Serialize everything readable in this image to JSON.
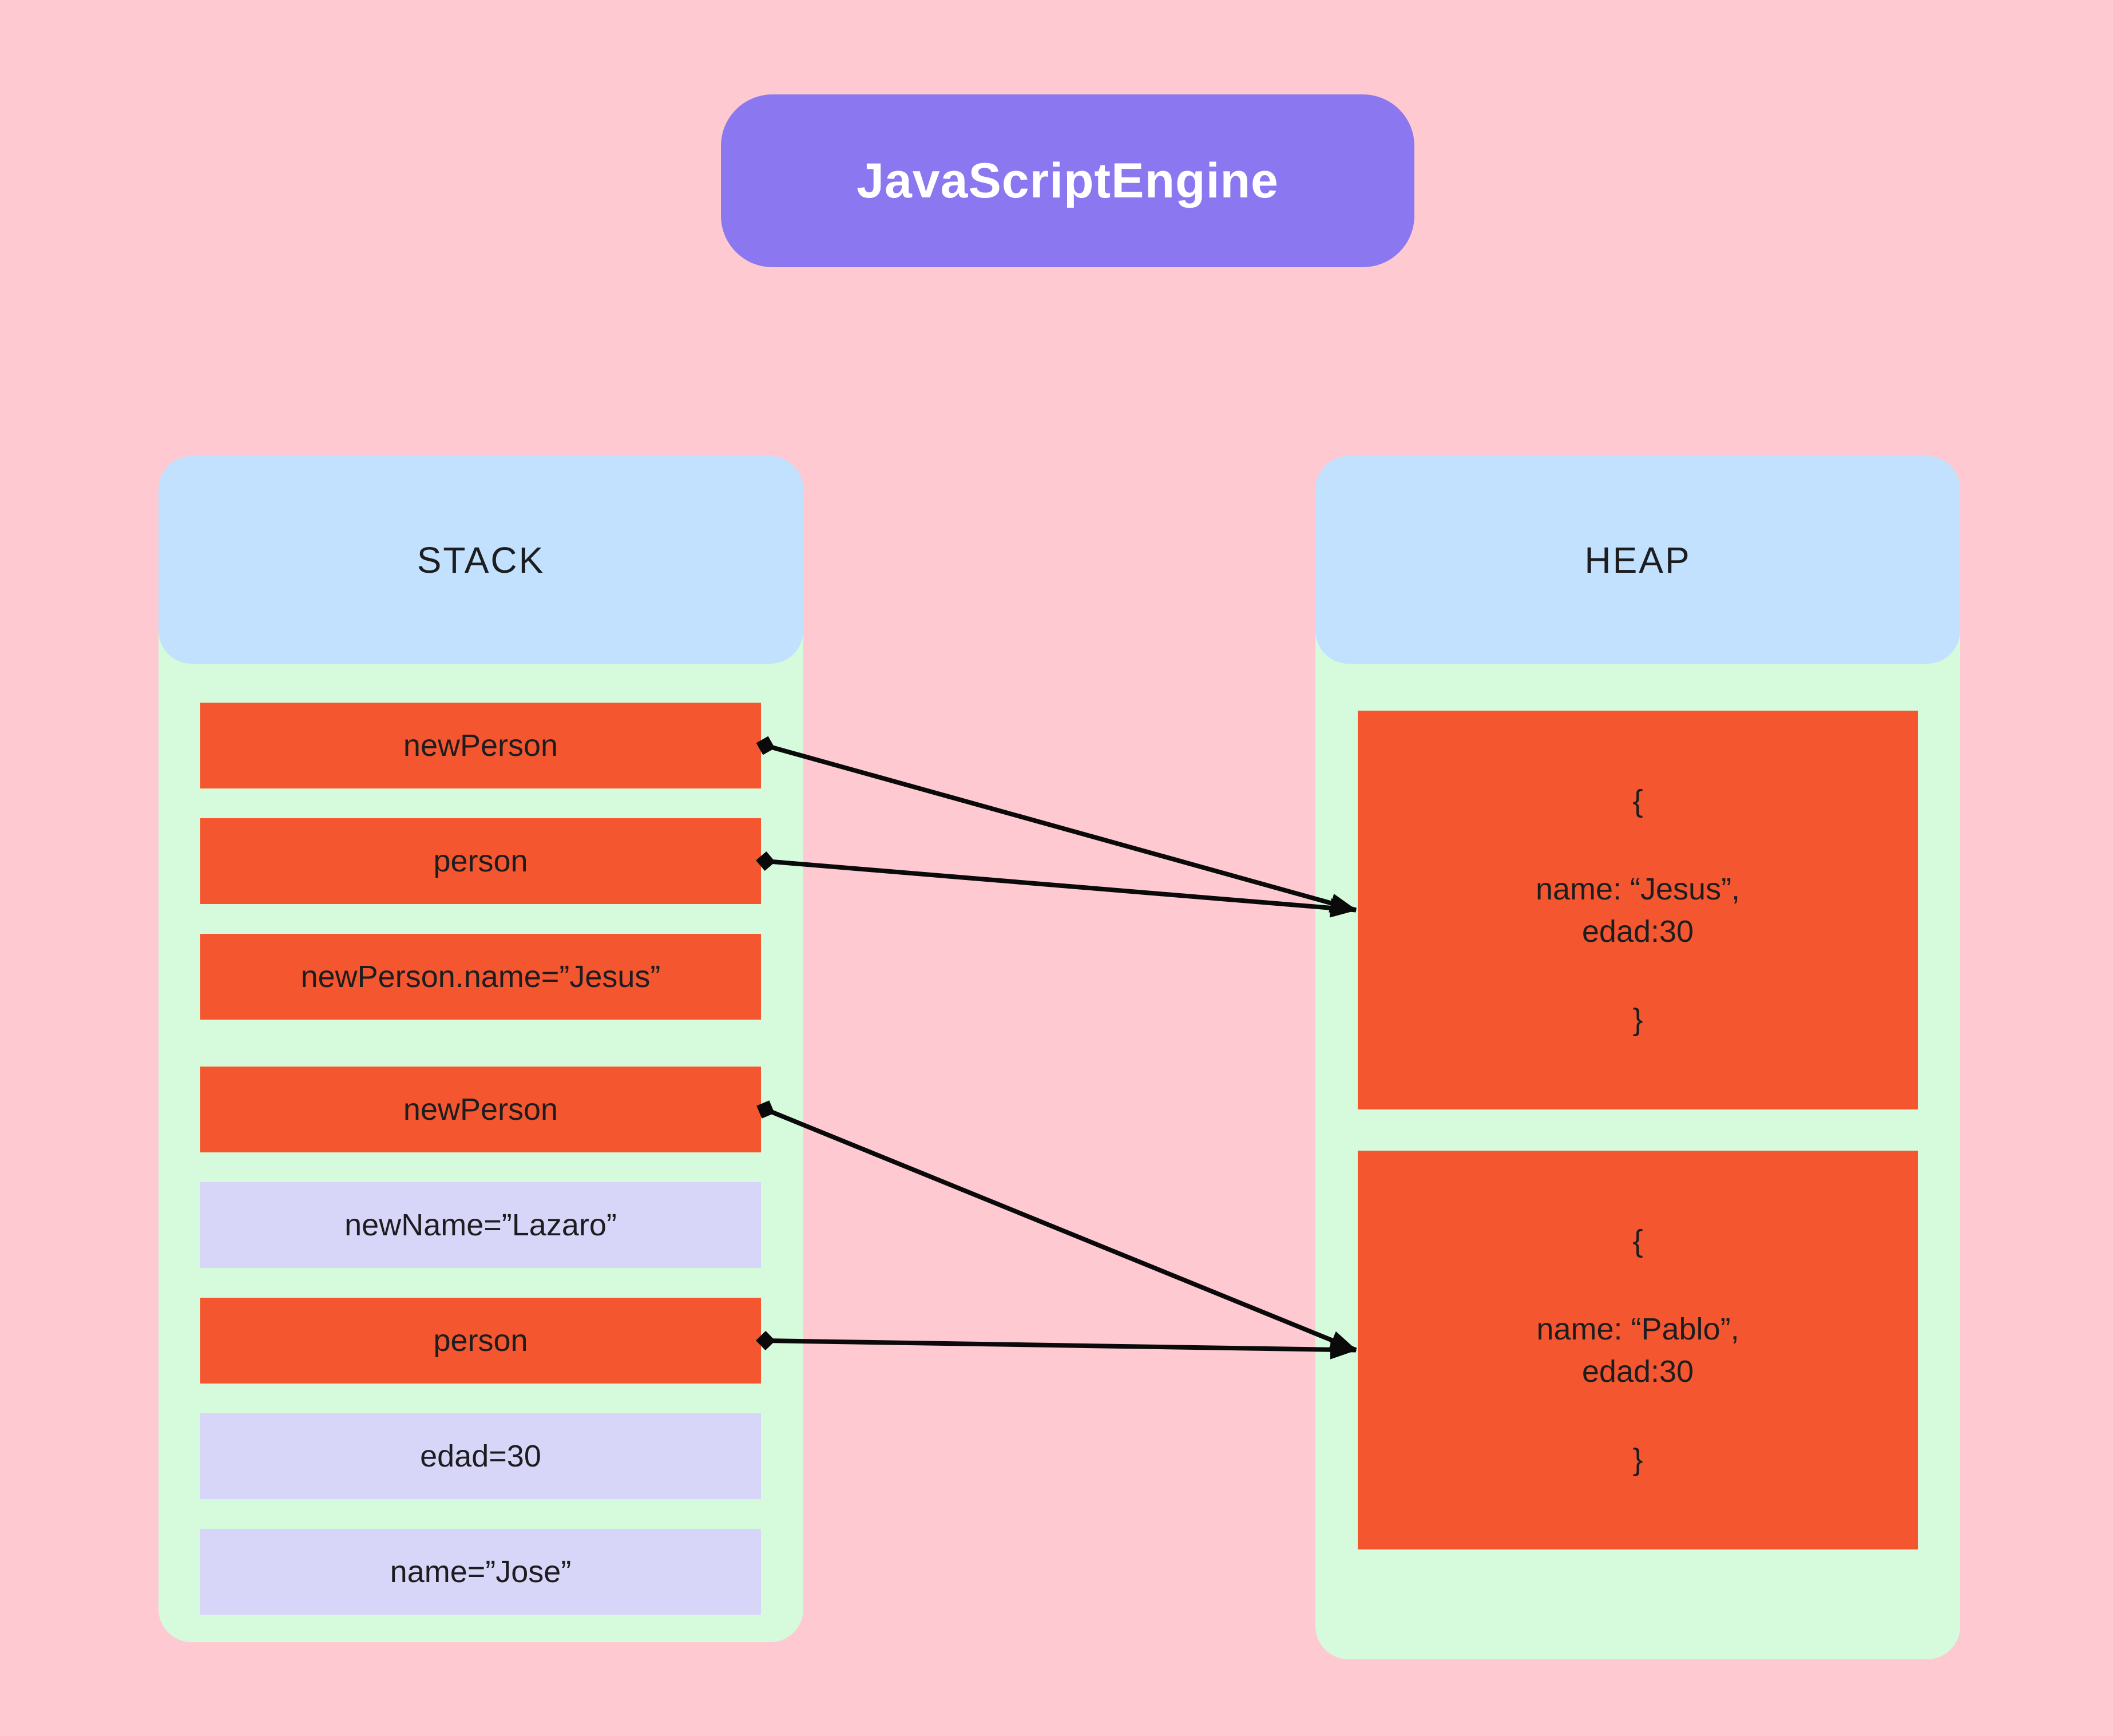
{
  "title": {
    "label": "JavaScriptEngine"
  },
  "stack": {
    "header": "STACK",
    "items": [
      {
        "label": "newPerson",
        "variant": "orange"
      },
      {
        "label": "person",
        "variant": "orange"
      },
      {
        "label": "newPerson.name=”Jesus”",
        "variant": "orange"
      },
      {
        "label": "newPerson",
        "variant": "orange"
      },
      {
        "label": "newName=”Lazaro”",
        "variant": "lavender"
      },
      {
        "label": "person",
        "variant": "orange"
      },
      {
        "label": "edad=30",
        "variant": "lavender"
      },
      {
        "label": "name=”Jose”",
        "variant": "lavender"
      }
    ]
  },
  "heap": {
    "header": "HEAP",
    "objects": [
      {
        "open": "{",
        "lines": [
          "name: “Jesus”,",
          "edad:30"
        ],
        "close": "}"
      },
      {
        "open": "{",
        "lines": [
          "name: “Pablo”,",
          "edad:30"
        ],
        "close": "}"
      }
    ]
  },
  "arrows": [
    {
      "from_stack_item": 0,
      "to_heap_object": 0
    },
    {
      "from_stack_item": 1,
      "to_heap_object": 0
    },
    {
      "from_stack_item": 3,
      "to_heap_object": 1
    },
    {
      "from_stack_item": 5,
      "to_heap_object": 1
    }
  ],
  "colors": {
    "background": "#FEC9D1",
    "panel_green": "#D6FBDC",
    "header_blue": "#C1E1FE",
    "box_orange": "#F4572F",
    "box_lavender": "#D7D5F8",
    "title_purple": "#8B78F0",
    "arrow": "#0A0A0A",
    "text": "#1D1D1F",
    "title_text": "#FFFFFF"
  }
}
